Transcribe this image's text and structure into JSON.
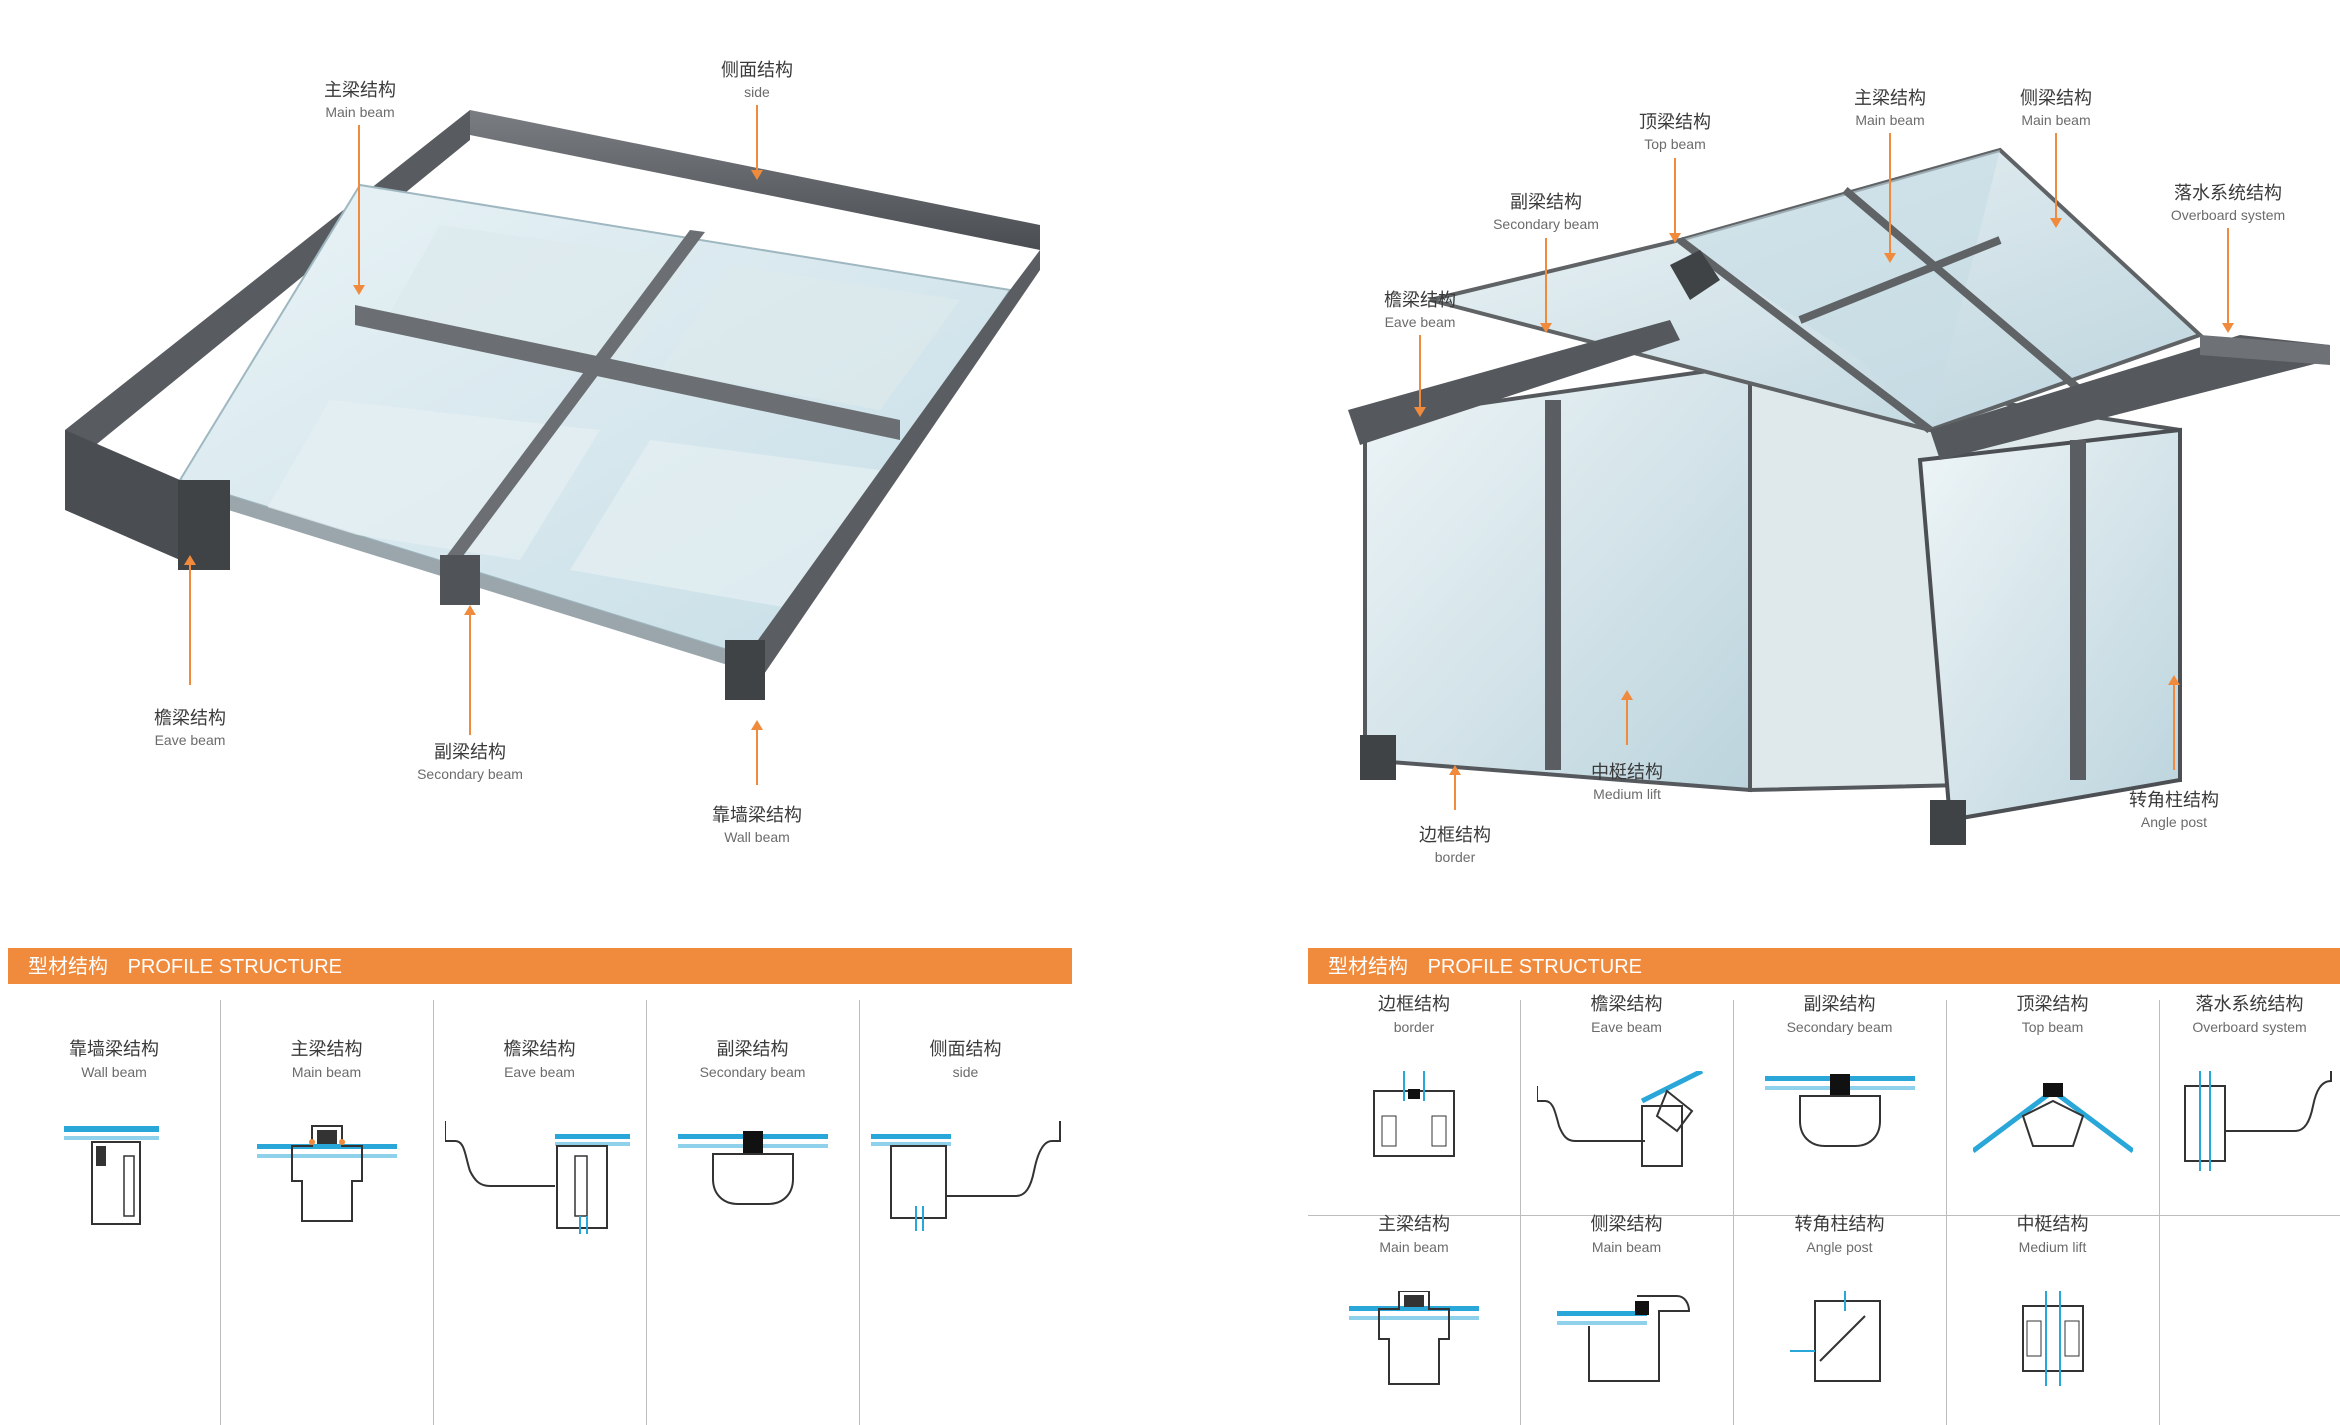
{
  "colors": {
    "accent": "#f08a3c",
    "frame": "#5f6366",
    "frame_dark": "#3f4346",
    "glass": "#cfe6ef",
    "glass_edge": "#2aa7d9"
  },
  "left_diagram": {
    "labels": {
      "main_beam": {
        "zh": "主梁结构",
        "en": "Main beam"
      },
      "side": {
        "zh": "侧面结构",
        "en": "side"
      },
      "eave_beam": {
        "zh": "檐梁结构",
        "en": "Eave beam"
      },
      "secondary_beam": {
        "zh": "副梁结构",
        "en": "Secondary beam"
      },
      "wall_beam": {
        "zh": "靠墙梁结构",
        "en": "Wall beam"
      }
    }
  },
  "right_diagram": {
    "labels": {
      "top_beam": {
        "zh": "顶梁结构",
        "en": "Top beam"
      },
      "main_beam": {
        "zh": "主梁结构",
        "en": "Main beam"
      },
      "side_main_beam": {
        "zh": "侧梁结构",
        "en": "Main beam"
      },
      "overboard": {
        "zh": "落水系统结构",
        "en": "Overboard system"
      },
      "secondary_beam": {
        "zh": "副梁结构",
        "en": "Secondary beam"
      },
      "eave_beam": {
        "zh": "檐梁结构",
        "en": "Eave beam"
      },
      "medium_lift": {
        "zh": "中梃结构",
        "en": "Medium lift"
      },
      "border": {
        "zh": "边框结构",
        "en": "border"
      },
      "angle_post": {
        "zh": "转角柱结构",
        "en": "Angle post"
      }
    }
  },
  "profile_left": {
    "bar": {
      "zh": "型材结构",
      "en": "PROFILE STRUCTURE"
    },
    "items": [
      {
        "zh": "靠墙梁结构",
        "en": "Wall beam"
      },
      {
        "zh": "主梁结构",
        "en": "Main beam"
      },
      {
        "zh": "檐梁结构",
        "en": "Eave beam"
      },
      {
        "zh": "副梁结构",
        "en": "Secondary beam"
      },
      {
        "zh": "侧面结构",
        "en": "side"
      }
    ]
  },
  "profile_right": {
    "bar": {
      "zh": "型材结构",
      "en": "PROFILE STRUCTURE"
    },
    "row1": [
      {
        "zh": "边框结构",
        "en": "border"
      },
      {
        "zh": "檐梁结构",
        "en": "Eave beam"
      },
      {
        "zh": "副梁结构",
        "en": "Secondary beam"
      },
      {
        "zh": "顶梁结构",
        "en": "Top beam"
      },
      {
        "zh": "落水系统结构",
        "en": "Overboard system"
      }
    ],
    "row2": [
      {
        "zh": "主梁结构",
        "en": "Main beam"
      },
      {
        "zh": "侧梁结构",
        "en": "Main beam"
      },
      {
        "zh": "转角柱结构",
        "en": "Angle post"
      },
      {
        "zh": "中梃结构",
        "en": "Medium lift"
      }
    ]
  }
}
